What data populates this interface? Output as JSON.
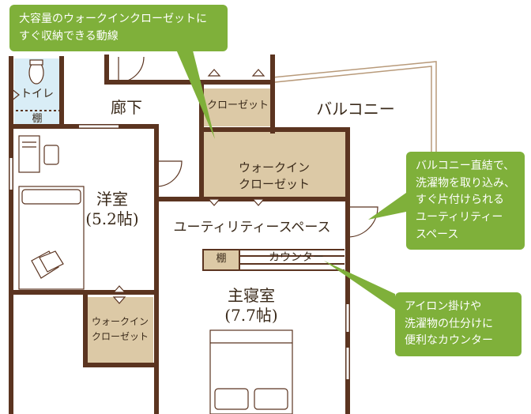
{
  "colors": {
    "wall": "#5b3420",
    "closet_fill": "#dcc9a6",
    "toilet_fill": "#d9edf6",
    "callout_bg": "#7fb03a",
    "callout_text": "#ffffff",
    "label_text": "#3a2a1a"
  },
  "rooms": {
    "toilet": "トイレ",
    "shelf_toilet": "棚",
    "corridor": "廊下",
    "closet_top": "クローゼット",
    "balcony": "バルコニー",
    "walkin_main": "ウォークイン\nクローゼット",
    "western_room": "洋室\n(5.2帖)",
    "utility": "ユーティリティースペース",
    "shelf_utility": "棚",
    "counter": "カウンター",
    "master_bedroom": "主寝室\n(7.7帖)",
    "walkin_small": "ウォークイン\nクローゼット"
  },
  "callouts": {
    "walkin": "大容量のウォークインクローゼットに\nすぐ収納できる動線",
    "balcony": "バルコニー直結で、\n洗濯物を取り込み、\nすぐ片付けられる\nユーティリティー\nスペース",
    "counter": "アイロン掛けや\n洗濯物の仕分けに\n便利なカウンター"
  }
}
